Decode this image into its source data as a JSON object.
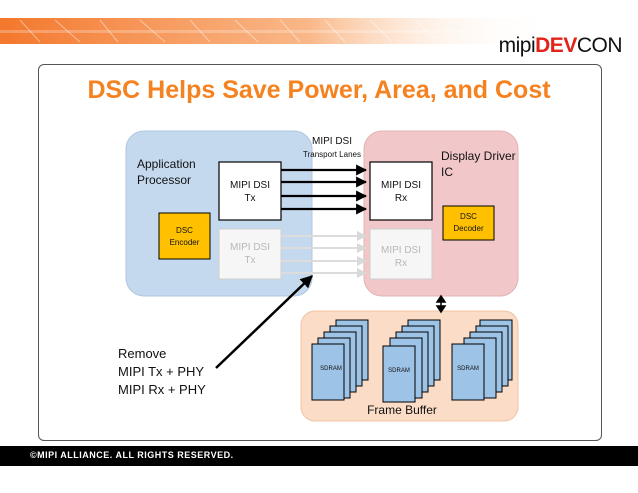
{
  "header": {
    "logo": {
      "mipi": "mipi",
      "dev": "DEV",
      "con": "CON"
    },
    "colors": {
      "banner_orange": "#f37021",
      "logo_red": "#e2231a"
    }
  },
  "slide": {
    "title": "DSC Helps Save Power, Area, and Cost",
    "title_color": "#f58220"
  },
  "diagram": {
    "transport_label_line1": "MIPI DSI",
    "transport_label_line2": "Transport Lanes",
    "app_processor": {
      "line1": "Application",
      "line2": "Processor",
      "color": "#c5d9ee"
    },
    "display_driver": {
      "line1": "Display Driver",
      "line2": "IC",
      "color": "#f2c7c9"
    },
    "tx_active": {
      "line1": "MIPI DSI",
      "line2": "Tx"
    },
    "tx_removed": {
      "line1": "MIPI DSI",
      "line2": "Tx"
    },
    "rx_active": {
      "line1": "MIPI DSI",
      "line2": "Rx"
    },
    "rx_removed": {
      "line1": "MIPI DSI",
      "line2": "Rx"
    },
    "dsc_encoder": {
      "line1": "DSC",
      "line2": "Encoder",
      "color": "#ffc000"
    },
    "dsc_decoder": {
      "line1": "DSC",
      "line2": "Decoder",
      "color": "#ffc000"
    },
    "frame_buffer": {
      "label": "Frame Buffer",
      "color": "#fbdcc6"
    },
    "sdram_labels": [
      "SDRAM",
      "SDRAM",
      "SDRAM"
    ],
    "sdram_color": "#9dc3e6",
    "remove_note": [
      "Remove",
      "MIPI Tx + PHY",
      "MIPI Rx + PHY"
    ]
  },
  "footer": {
    "copyright": "©MIPI ALLIANCE. ALL RIGHTS RESERVED."
  }
}
